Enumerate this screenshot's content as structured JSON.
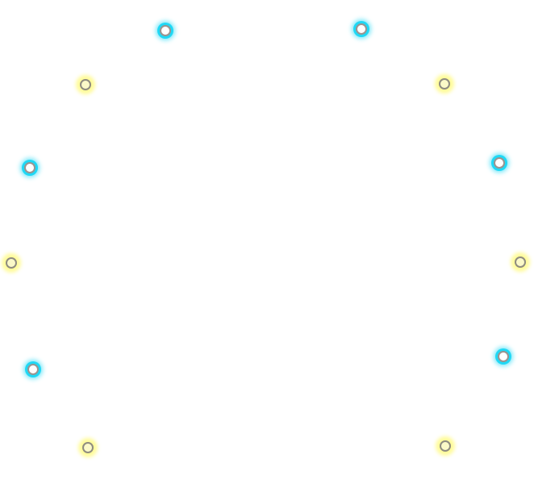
{
  "colors": {
    "cyan_glow": "#1fd8f5",
    "yellow_glow": "#fffa78",
    "node_border": "#9a9490",
    "background": "#ffffff"
  },
  "nodes": [
    {
      "kind": "cyan"
    },
    {
      "kind": "cyan"
    },
    {
      "kind": "yellow"
    },
    {
      "kind": "yellow"
    },
    {
      "kind": "cyan"
    },
    {
      "kind": "cyan"
    },
    {
      "kind": "yellow"
    },
    {
      "kind": "yellow"
    },
    {
      "kind": "cyan"
    },
    {
      "kind": "cyan"
    },
    {
      "kind": "yellow"
    },
    {
      "kind": "yellow"
    }
  ]
}
